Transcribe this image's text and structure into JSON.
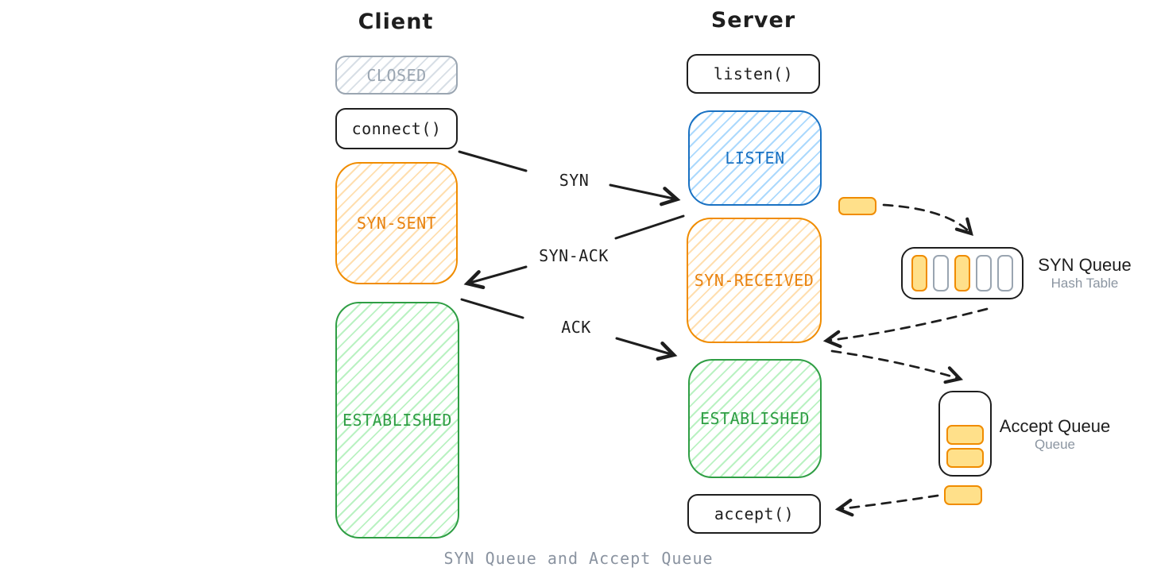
{
  "diagram_title": "SYN Queue and Accept Queue",
  "client": {
    "title": "Client",
    "states": {
      "closed": {
        "label": "CLOSED",
        "color": "gray"
      },
      "connect": {
        "label": "connect()",
        "color": "black"
      },
      "syn_sent": {
        "label": "SYN-SENT",
        "color": "orange"
      },
      "established": {
        "label": "ESTABLISHED",
        "color": "green"
      }
    }
  },
  "server": {
    "title": "Server",
    "states": {
      "listen_call": {
        "label": "listen()",
        "color": "black"
      },
      "listen": {
        "label": "LISTEN",
        "color": "blue"
      },
      "syn_received": {
        "label": "SYN-RECEIVED",
        "color": "orange"
      },
      "established": {
        "label": "ESTABLISHED",
        "color": "green"
      },
      "accept_call": {
        "label": "accept()",
        "color": "black"
      }
    }
  },
  "messages": {
    "syn": {
      "label": "SYN"
    },
    "syn_ack": {
      "label": "SYN-ACK"
    },
    "ack": {
      "label": "ACK"
    }
  },
  "syn_queue": {
    "title": "SYN Queue",
    "subtitle": "Hash Table",
    "slots": [
      "filled",
      "empty",
      "filled",
      "empty",
      "empty"
    ]
  },
  "accept_queue": {
    "title": "Accept Queue",
    "subtitle": "Queue",
    "slots": [
      "filled",
      "filled"
    ],
    "pending_entry": 1
  },
  "colors": {
    "ink_black": "#1e1e1e",
    "gray_state": "#9aa5b1",
    "orange_border": "#f08c00",
    "orange_text": "#e8820e",
    "yellow_fill": "#ffe08a",
    "blue": "#1971c2",
    "green": "#2f9e44",
    "muted_label": "#8b95a1"
  }
}
